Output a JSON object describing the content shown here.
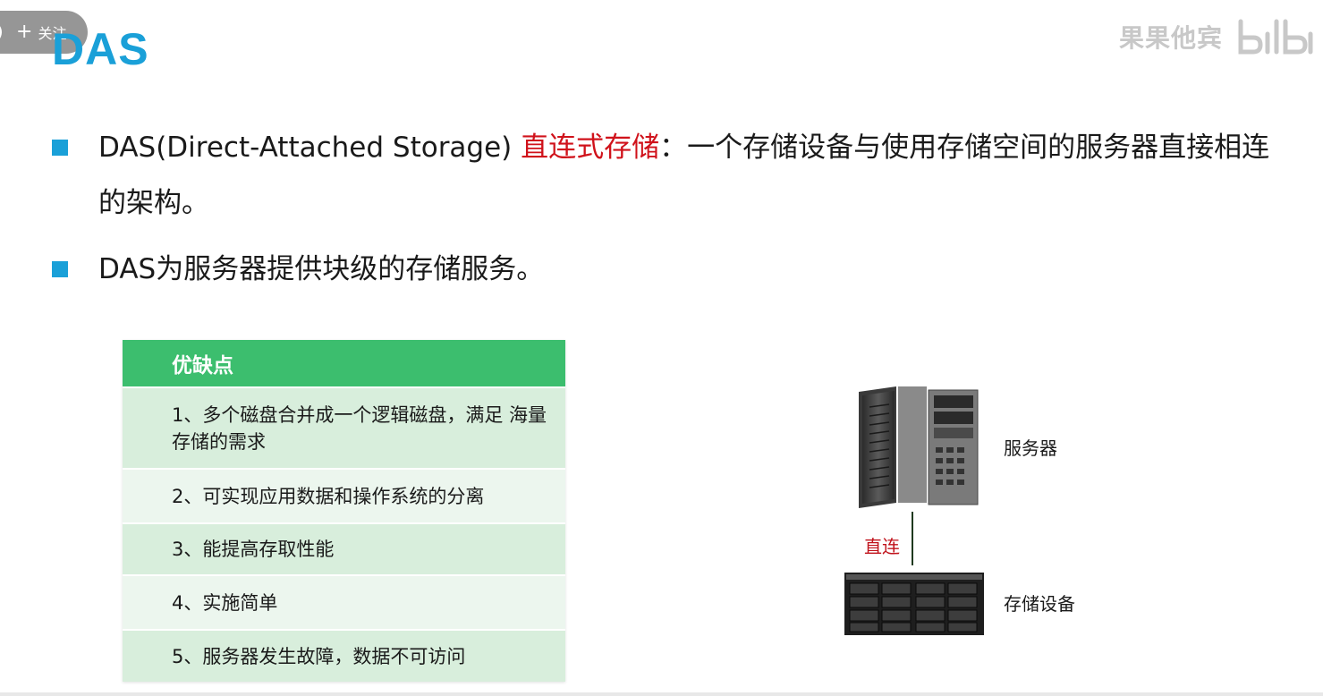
{
  "overlay": {
    "follow_label": "关注",
    "watermark_text": "果果他宾"
  },
  "slide": {
    "title": "DAS",
    "bullets": [
      {
        "prefix": "DAS(Direct-Attached Storage) ",
        "highlight": "直连式存储",
        "suffix": "：一个存储设备与使用存储空间的服务器直接相连的架构。"
      },
      {
        "text": "DAS为服务器提供块级的存储服务。"
      }
    ]
  },
  "pros_cons": {
    "header": "优缺点",
    "rows": [
      "1、多个磁盘合并成一个逻辑磁盘，满足 海量存储的需求",
      "2、可实现应用数据和操作系统的分离",
      "3、能提高存取性能",
      "4、实施简单",
      "5、服务器发生故障，数据不可访问"
    ]
  },
  "diagram": {
    "server_label": "服务器",
    "link_label": "直连",
    "storage_label": "存储设备"
  },
  "colors": {
    "accent": "#1aa0d8",
    "highlight": "#d0121b",
    "table_header": "#3cbe6e"
  }
}
